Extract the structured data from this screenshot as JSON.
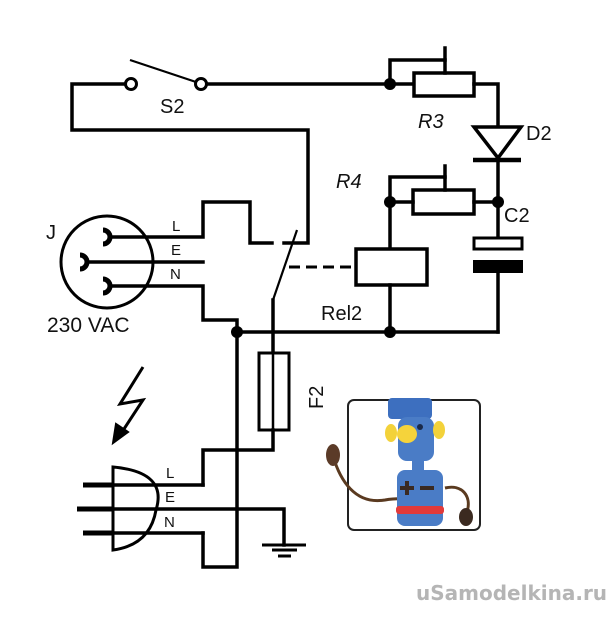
{
  "diagram": {
    "type": "electrical-schematic",
    "components": {
      "switch": {
        "ref": "S2"
      },
      "resistor_top": {
        "ref": "R3",
        "kind": "potentiometer"
      },
      "diode": {
        "ref": "D2"
      },
      "resistor_bottom": {
        "ref": "R4",
        "kind": "potentiometer"
      },
      "capacitor": {
        "ref": "C2",
        "kind": "electrolytic"
      },
      "relay": {
        "ref": "Rel2"
      },
      "fuse": {
        "ref": "F2"
      },
      "socket": {
        "ref": "J",
        "rating": "230 VAC"
      },
      "plug": {
        "ref": "plug"
      }
    },
    "pin_labels": {
      "socket": [
        "L",
        "E",
        "N"
      ],
      "plug": [
        "L",
        "E",
        "N"
      ]
    },
    "symbols": [
      "lightning-warning",
      "ground"
    ],
    "mascot": "clay-robot-mascot",
    "watermark": "uSamodelkina.ru"
  }
}
